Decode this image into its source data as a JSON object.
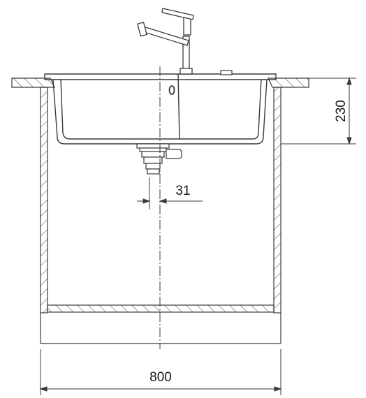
{
  "diagram": {
    "dimensions": {
      "width_label": "800",
      "height_label": "230",
      "offset_label": "31"
    },
    "colors": {
      "line": "#3a3a3a",
      "hatch": "#555555",
      "text": "#1a1a1a",
      "background": "#ffffff"
    },
    "icons": [
      "faucet-icon",
      "drain-icon",
      "overflow-icon"
    ]
  }
}
